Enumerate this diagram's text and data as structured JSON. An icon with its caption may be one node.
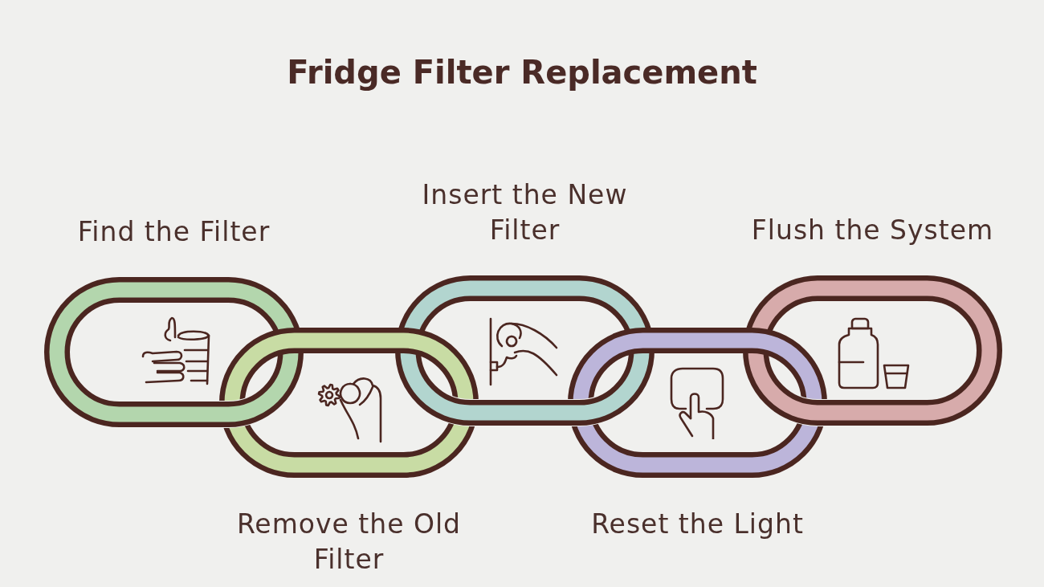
{
  "diagram": {
    "title": "Fridge Filter Replacement",
    "nodes": [
      {
        "text": [
          "Find the Filter"
        ]
      },
      {
        "text": [
          "Remove the Old Filter"
        ]
      },
      {
        "text": [
          "Insert the New Filter"
        ]
      },
      {
        "text": [
          "Reset the Light"
        ]
      },
      {
        "text": [
          "Flush the System"
        ]
      }
    ]
  }
}
